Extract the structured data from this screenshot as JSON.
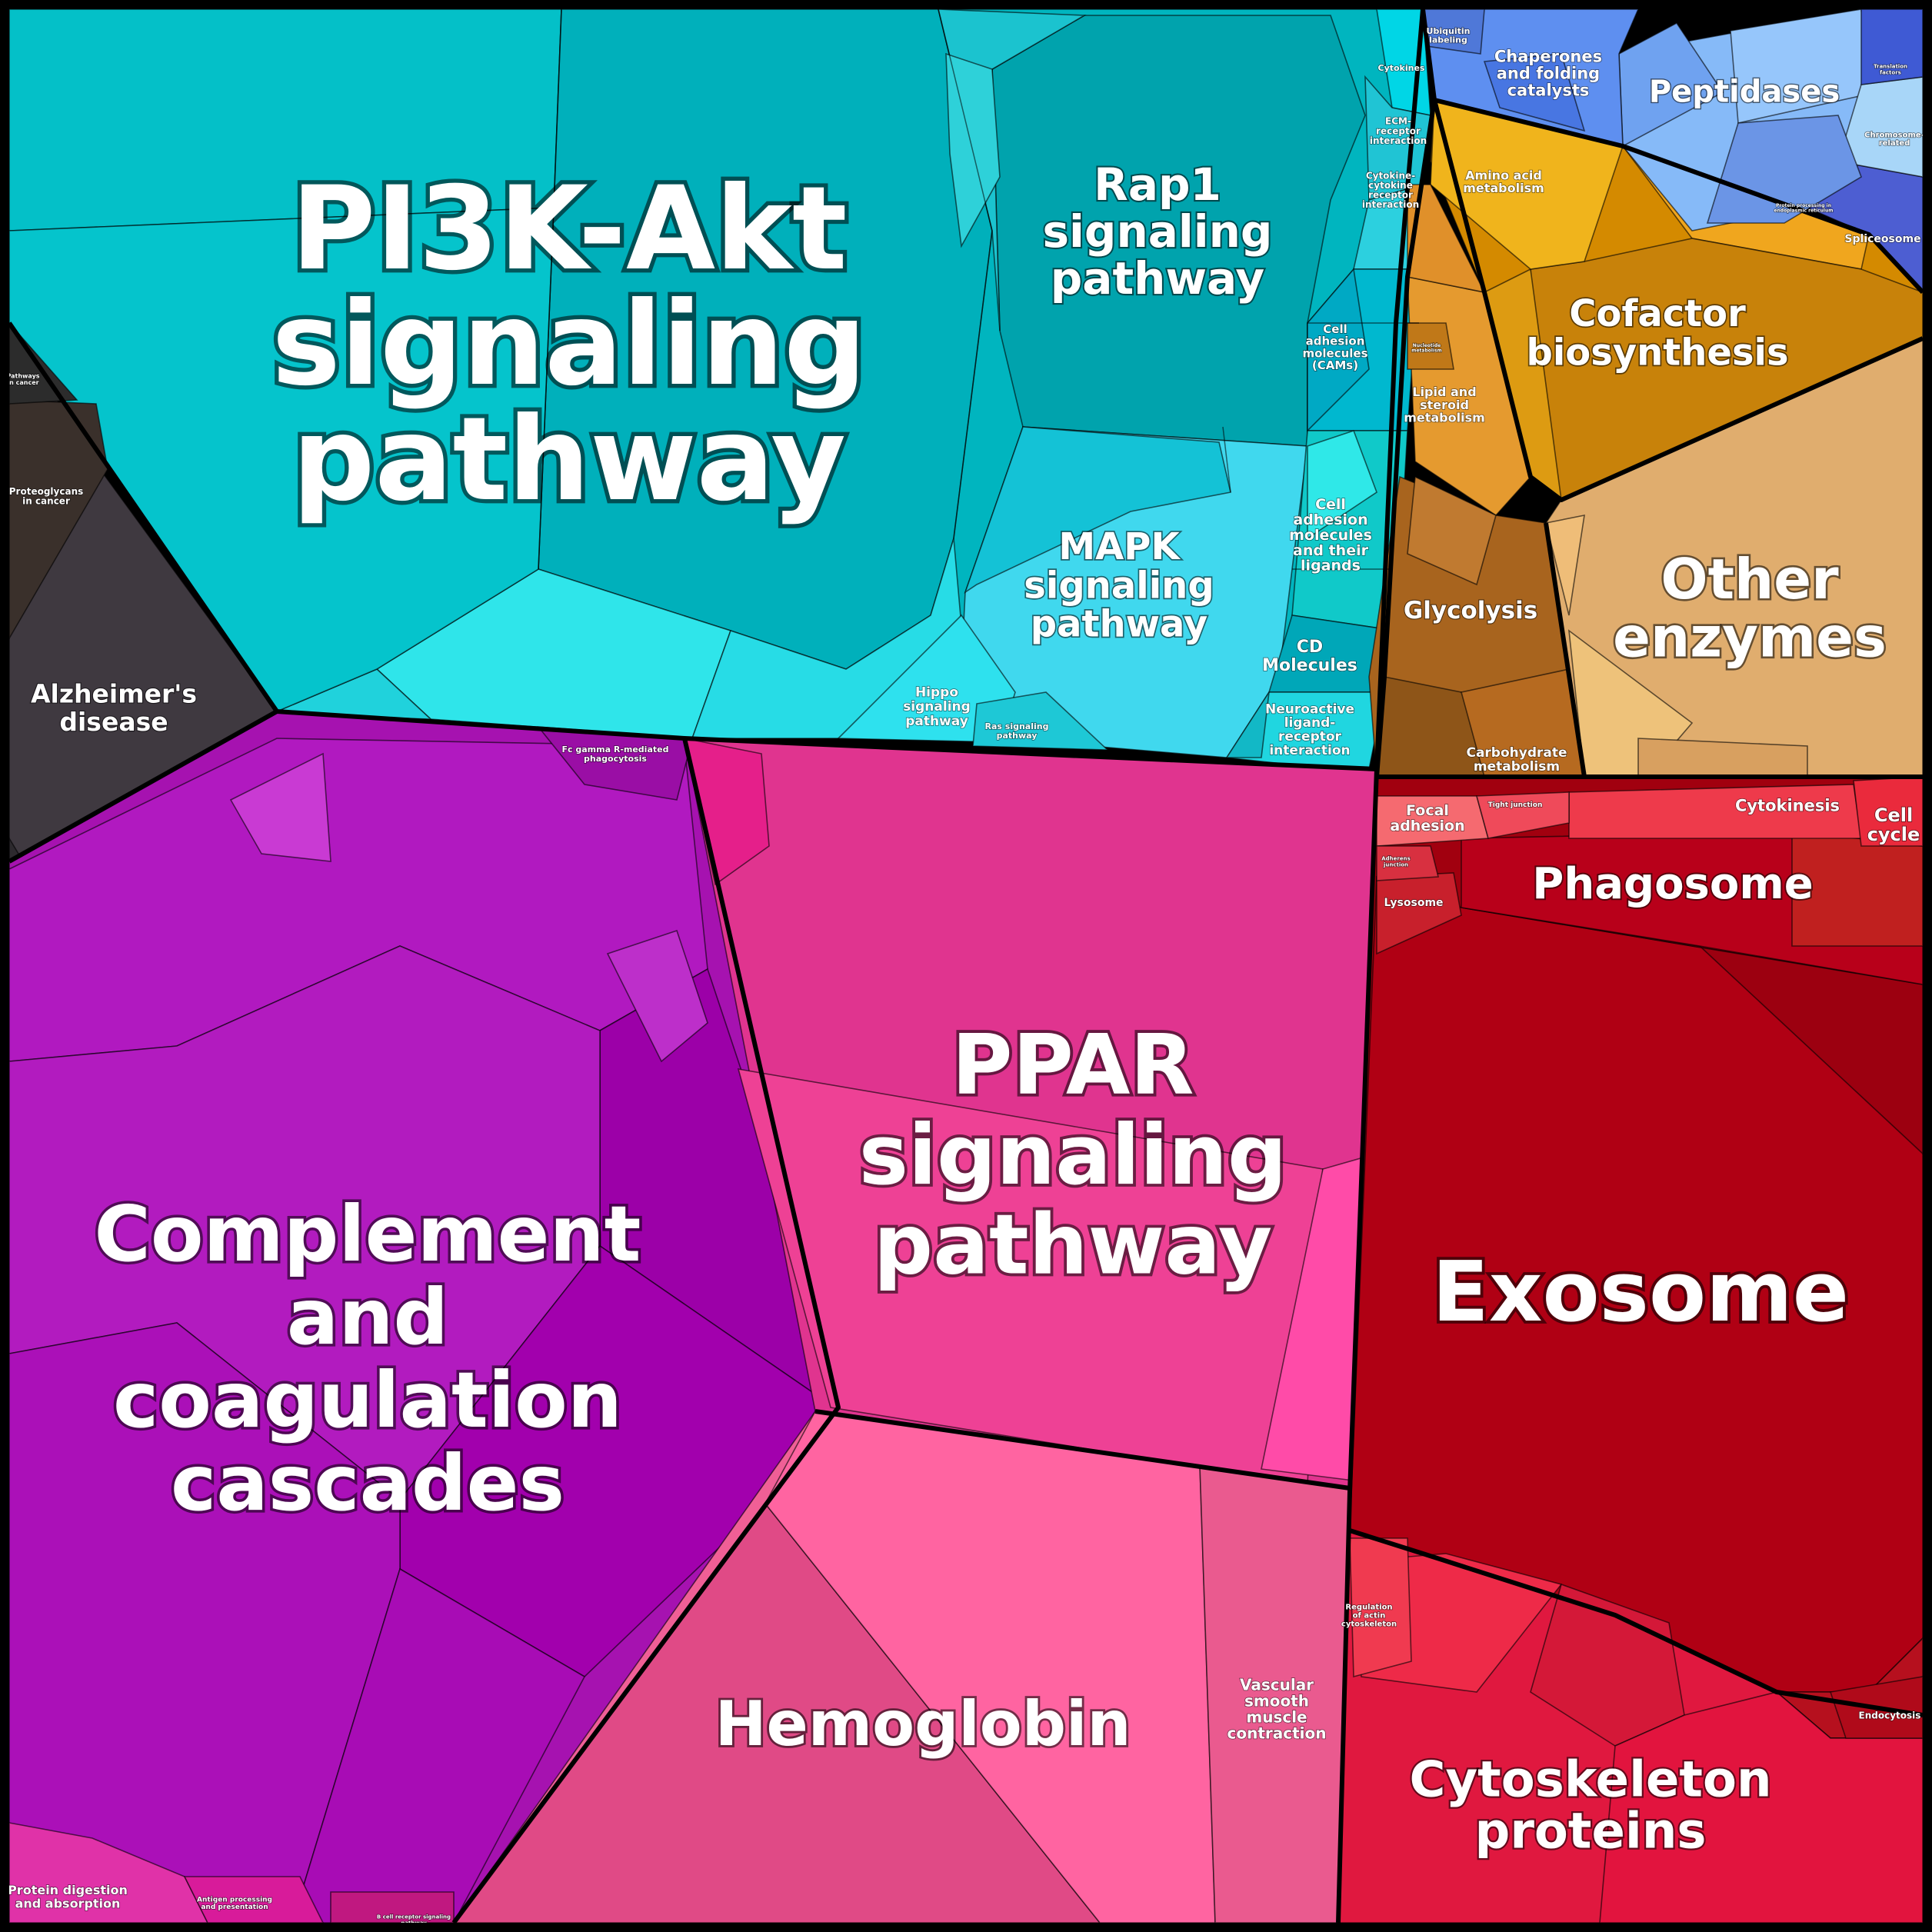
{
  "chart_data": {
    "type": "voronoi-treemap",
    "groups": [
      {
        "name": "PI3K-Akt signaling pathway",
        "color": "#00b5bf",
        "level": "major"
      },
      {
        "name": "Rap1 signaling pathway",
        "color": "#00a3ad",
        "level": "major"
      },
      {
        "name": "MAPK signaling pathway",
        "color": "#40d8ee",
        "level": "major"
      },
      {
        "name": "Hippo signaling pathway",
        "color": "#2ee1ee",
        "level": "minor"
      },
      {
        "name": "Ras signaling pathway",
        "color": "#1ec8d6",
        "level": "minor"
      },
      {
        "name": "Cytokines",
        "color": "#00d6e6",
        "level": "minor"
      },
      {
        "name": "ECM-receptor interaction",
        "color": "#20c4d4",
        "level": "minor"
      },
      {
        "name": "Cytokine-cytokine receptor interaction",
        "color": "#2cd0df",
        "level": "minor"
      },
      {
        "name": "Cell adhesion molecules (CAMs)",
        "color": "#00b8cf",
        "level": "minor"
      },
      {
        "name": "Cell adhesion molecules and their ligands",
        "color": "#10c9c9",
        "level": "minor"
      },
      {
        "name": "CD Molecules",
        "color": "#00a7b8",
        "level": "minor"
      },
      {
        "name": "Neuroactive ligand-receptor interaction",
        "color": "#20d6e0",
        "level": "minor"
      },
      {
        "name": "Alzheimer's disease",
        "color": "#3f3940",
        "level": "major"
      },
      {
        "name": "Proteoglycans in cancer",
        "color": "#3a302b",
        "level": "minor"
      },
      {
        "name": "Pathways in cancer",
        "color": "#2c2c2c",
        "level": "minor"
      },
      {
        "name": "Complement and coagulation cascades",
        "color": "#a612b0",
        "level": "major"
      },
      {
        "name": "Fc gamma R-mediated phagocytosis",
        "color": "#9a0ea5",
        "level": "minor"
      },
      {
        "name": "PPAR signaling pathway",
        "color": "#e0348f",
        "level": "major"
      },
      {
        "name": "Hemoglobin",
        "color": "#f05f96",
        "level": "major"
      },
      {
        "name": "Vascular smooth muscle contraction",
        "color": "#ea5a8f",
        "level": "minor"
      },
      {
        "name": "Protein digestion and absorption",
        "color": "#e032a8",
        "level": "minor"
      },
      {
        "name": "Antigen processing and presentation",
        "color": "#d81b9a",
        "level": "minor"
      },
      {
        "name": "B cell receptor signaling pathway",
        "color": "#c01880",
        "level": "minor"
      },
      {
        "name": "Exosome",
        "color": "#a1000f",
        "level": "major"
      },
      {
        "name": "Phagosome",
        "color": "#b8001a",
        "level": "major"
      },
      {
        "name": "Cytoskeleton proteins",
        "color": "#e0183f",
        "level": "major"
      },
      {
        "name": "Cytokinesis",
        "color": "#ee3a4b",
        "level": "minor"
      },
      {
        "name": "Cell cycle",
        "color": "#ea2a3c",
        "level": "minor"
      },
      {
        "name": "Focal adhesion",
        "color": "#f56a70",
        "level": "minor"
      },
      {
        "name": "Tight junction",
        "color": "#ef4a5a",
        "level": "minor"
      },
      {
        "name": "Lysosome",
        "color": "#c8202c",
        "level": "minor"
      },
      {
        "name": "Regulation of actin cytoskeleton",
        "color": "#f03a50",
        "level": "minor"
      },
      {
        "name": "Endocytosis",
        "color": "#b00a1a",
        "level": "minor"
      },
      {
        "name": "Adherens junction",
        "color": "#d83040",
        "level": "minor"
      },
      {
        "name": "Cofactor biosynthesis",
        "color": "#d48a00",
        "level": "major"
      },
      {
        "name": "Other enzymes",
        "color": "#e0ad6e",
        "level": "major"
      },
      {
        "name": "Glycolysis",
        "color": "#a8641e",
        "level": "major"
      },
      {
        "name": "Carbohydrate metabolism",
        "color": "#b66a20",
        "level": "minor"
      },
      {
        "name": "Lipid and steroid metabolism",
        "color": "#e59a2f",
        "level": "minor"
      },
      {
        "name": "Amino acid metabolism",
        "color": "#f0b41c",
        "level": "minor"
      },
      {
        "name": "Nucleotide metabolism",
        "color": "#c07818",
        "level": "minor"
      },
      {
        "name": "Peptidases",
        "color": "#86baf8",
        "level": "major"
      },
      {
        "name": "Chaperones and folding catalysts",
        "color": "#5e8ff0",
        "level": "major"
      },
      {
        "name": "Ubiquitin labeling",
        "color": "#4f78d8",
        "level": "minor"
      },
      {
        "name": "Spliceosome",
        "color": "#4d5ed2",
        "level": "minor"
      },
      {
        "name": "Chromosome-related",
        "color": "#a8d6f8",
        "level": "minor"
      },
      {
        "name": "Translation factors",
        "color": "#3f5ad4",
        "level": "minor"
      },
      {
        "name": "Protein processing in endoplasmic reticulum",
        "color": "#6b95e6",
        "level": "minor"
      }
    ]
  },
  "labels": {
    "pi3k": [
      "PI3K-Akt",
      "signaling",
      "pathway"
    ],
    "rap1": [
      "Rap1",
      "signaling",
      "pathway"
    ],
    "mapk": [
      "MAPK",
      "signaling",
      "pathway"
    ],
    "hippo": [
      "Hippo",
      "signaling",
      "pathway"
    ],
    "ras": [
      "Ras signaling",
      "pathway"
    ],
    "cytokines": [
      "Cytokines"
    ],
    "ecm": [
      "ECM-",
      "receptor",
      "interaction"
    ],
    "ccr": [
      "Cytokine-",
      "cytokine",
      "receptor",
      "interaction"
    ],
    "cams": [
      "Cell",
      "adhesion",
      "molecules",
      "(CAMs)"
    ],
    "camlig": [
      "Cell",
      "adhesion",
      "molecules",
      "and their",
      "ligands"
    ],
    "cd": [
      "CD",
      "Molecules"
    ],
    "neuro": [
      "Neuroactive",
      "ligand-",
      "receptor",
      "interaction"
    ],
    "alz": [
      "Alzheimer's",
      "disease"
    ],
    "proteo": [
      "Proteoglycans",
      "in cancer"
    ],
    "pathcancer": [
      "Pathways",
      "in cancer"
    ],
    "complement": [
      "Complement",
      "and",
      "coagulation",
      "cascades"
    ],
    "fcg": [
      "Fc gamma R-mediated",
      "phagocytosis"
    ],
    "ppar": [
      "PPAR",
      "signaling",
      "pathway"
    ],
    "hemoglobin": [
      "Hemoglobin"
    ],
    "vsm": [
      "Vascular",
      "smooth",
      "muscle",
      "contraction"
    ],
    "protdig": [
      "Protein digestion",
      "and absorption"
    ],
    "antigen": [
      "Antigen processing",
      "and presentation"
    ],
    "bcell": [
      "B cell receptor signaling",
      "pathway"
    ],
    "exosome": [
      "Exosome"
    ],
    "phagosome": [
      "Phagosome"
    ],
    "cytoskel": [
      "Cytoskeleton",
      "proteins"
    ],
    "cytokinesis": [
      "Cytokinesis"
    ],
    "cellcycle": [
      "Cell",
      "cycle"
    ],
    "focal": [
      "Focal",
      "adhesion"
    ],
    "tight": [
      "Tight junction"
    ],
    "lysosome": [
      "Lysosome"
    ],
    "regactin": [
      "Regulation",
      "of actin",
      "cytoskeleton"
    ],
    "endocytosis": [
      "Endocytosis"
    ],
    "adherens": [
      "Adherens",
      "junction"
    ],
    "cofactor": [
      "Cofactor",
      "biosynthesis"
    ],
    "other": [
      "Other",
      "enzymes"
    ],
    "glycolysis": [
      "Glycolysis"
    ],
    "carbo": [
      "Carbohydrate",
      "metabolism"
    ],
    "lipid": [
      "Lipid and",
      "steroid",
      "metabolism"
    ],
    "amino": [
      "Amino acid",
      "metabolism"
    ],
    "nucleo": [
      "Nucleotide",
      "metabolism"
    ],
    "peptidases": [
      "Peptidases"
    ],
    "chaperones": [
      "Chaperones",
      "and folding",
      "catalysts"
    ],
    "ubiquitin": [
      "Ubiquitin",
      "labeling"
    ],
    "spliceosome": [
      "Spliceosome"
    ],
    "chromo": [
      "Chromosome-",
      "related"
    ],
    "translation": [
      "Translation",
      "factors"
    ],
    "protproc": [
      "Protein processing in",
      "endoplasmic reticulum"
    ]
  }
}
